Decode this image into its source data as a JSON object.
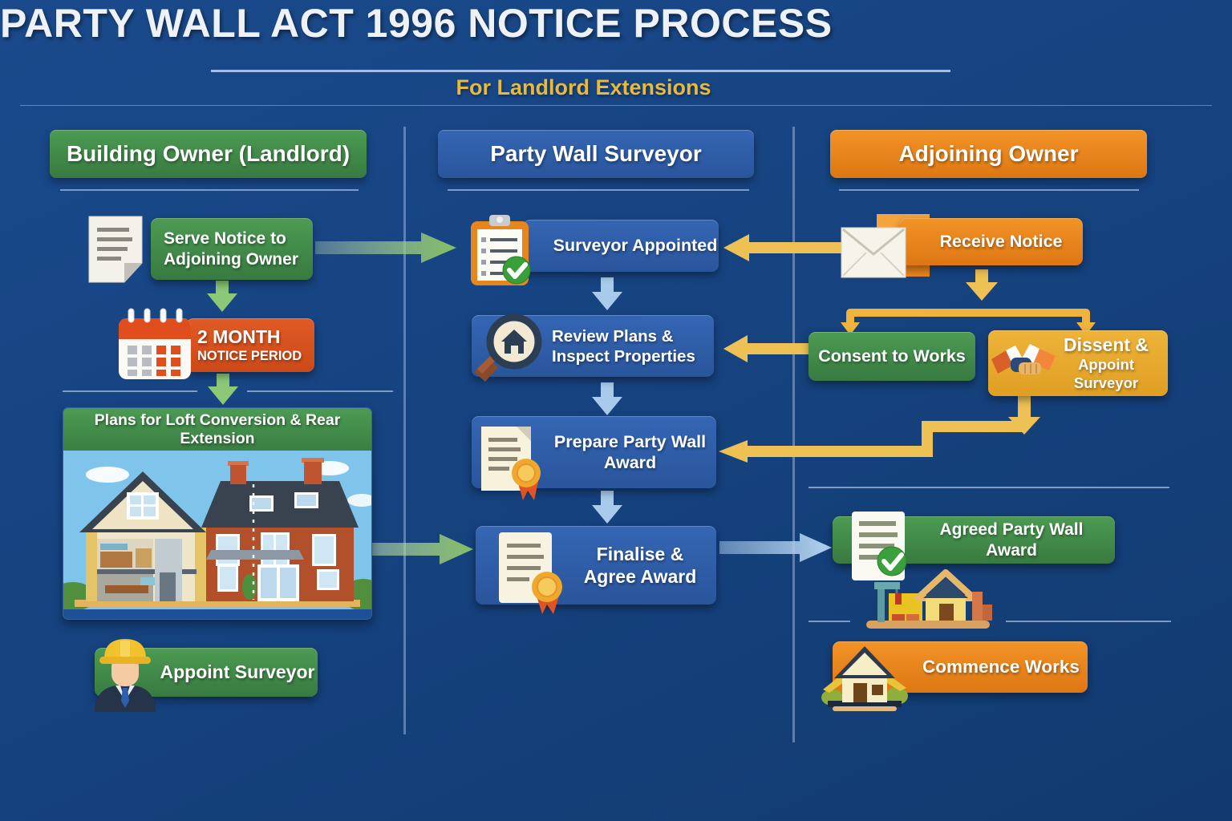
{
  "title": "PARTY WALL ACT 1996 NOTICE PROCESS",
  "subtitle": "For Landlord Extensions",
  "columns": {
    "building_owner": {
      "header": "Building Owner (Landlord)"
    },
    "surveyor": {
      "header": "Party Wall Surveyor"
    },
    "adjoining_owner": {
      "header": "Adjoining Owner"
    }
  },
  "building_owner": {
    "serve_notice_label": "Serve Notice to Adjoining Owner",
    "notice_period_line1": "2 MONTH",
    "notice_period_line2": "NOTICE PERIOD",
    "plans_title": "Plans for Loft Conversion & Rear Extension",
    "appoint_surveyor_label": "Appoint Surveyor"
  },
  "surveyor": {
    "surveyor_appointed_label": "Surveyor Appointed",
    "review_plans_label": "Review Plans & Inspect Properties",
    "prepare_award_label": "Prepare Party Wall Award",
    "finalise_award_label": "Finalise & Agree Award"
  },
  "adjoining_owner": {
    "receive_notice_label": "Receive Notice",
    "consent_label": "Consent to Works",
    "dissent_line1": "Dissent &",
    "dissent_line2": "Appoint Surveyor",
    "agreed_award_label": "Agreed Party Wall Award",
    "commence_works_label": "Commence Works"
  },
  "icons": {
    "serve_notice": "document-icon",
    "notice_period": "calendar-icon",
    "appoint_surveyor": "surveyor-person-icon",
    "surveyor_appointed": "clipboard-check-icon",
    "review_plans": "magnifier-house-icon",
    "prepare_award": "certificate-seal-icon",
    "finalise_award": "certificate-seal-icon",
    "receive_notice": "envelope-icon",
    "dissent": "handshake-icon",
    "agreed_award": "document-check-icon",
    "commence_works": "house-icon"
  },
  "colors": {
    "background": "#164380",
    "green_box": "#3F8B48",
    "blue_box": "#2E5FAE",
    "orange_box": "#E8821C",
    "red_orange_box": "#D9511F",
    "gold_box": "#E7A92D",
    "arrow_green": "#8CC876",
    "arrow_blue": "#A8CBEC",
    "arrow_yellow": "#EEC154",
    "subtitle_gold": "#E7BA3E",
    "title_white": "#EEF1F6"
  }
}
